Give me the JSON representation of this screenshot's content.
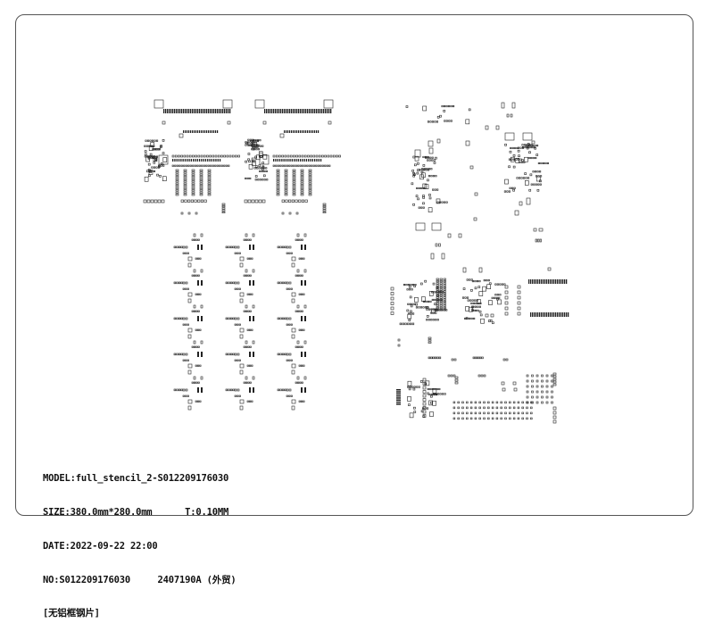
{
  "info": {
    "model": "MODEL:full_stencil_2-S012209176030",
    "size": "SIZE:380.0mm*280.0mm      T:0.10MM",
    "date": "DATE:2022-09-22 22:00",
    "no": "NO:S012209176030     2407190A (外贸)",
    "note": "[无铝框钢片]"
  },
  "colors": {
    "ink": "#111111",
    "frame": "#555555"
  }
}
